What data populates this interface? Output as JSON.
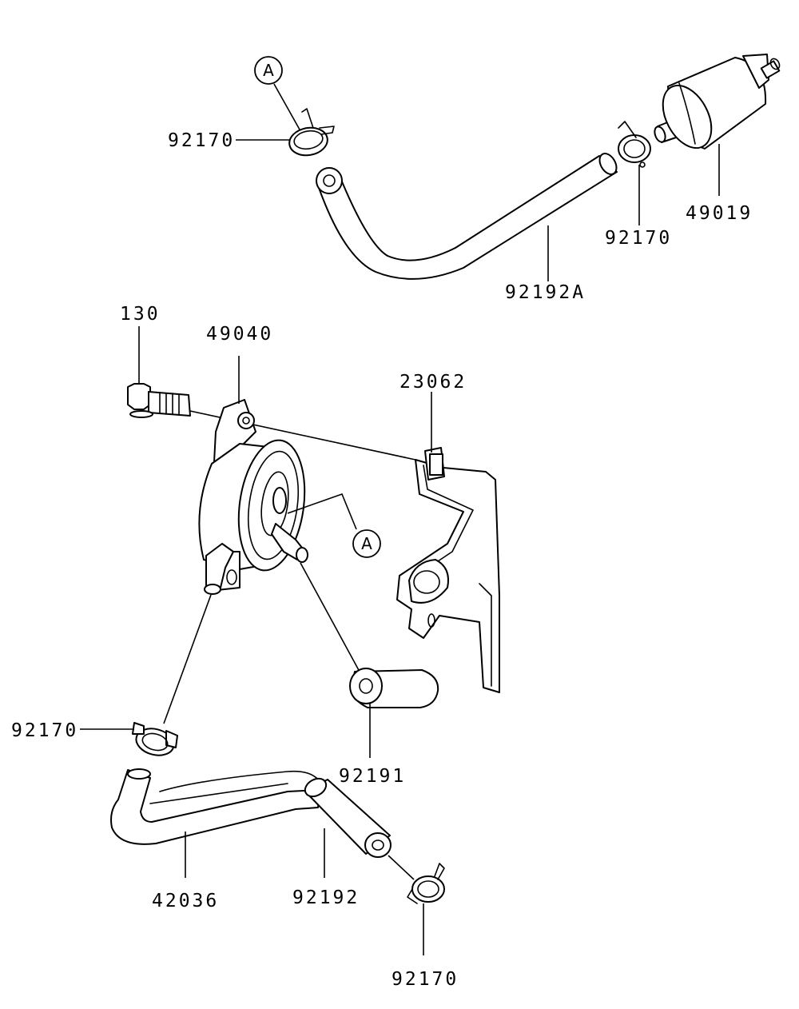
{
  "callouts": {
    "clamp_top_left": "92170",
    "clamp_top_right": "92170",
    "filter": "49019",
    "hose_top": "92192A",
    "bolt": "130",
    "pump": "49040",
    "bracket": "23062",
    "clamp_mid_left": "92170",
    "cap": "92191",
    "pipe": "42036",
    "hose_bottom": "92192",
    "clamp_bottom": "92170"
  },
  "references": {
    "top": "A",
    "middle": "A"
  }
}
